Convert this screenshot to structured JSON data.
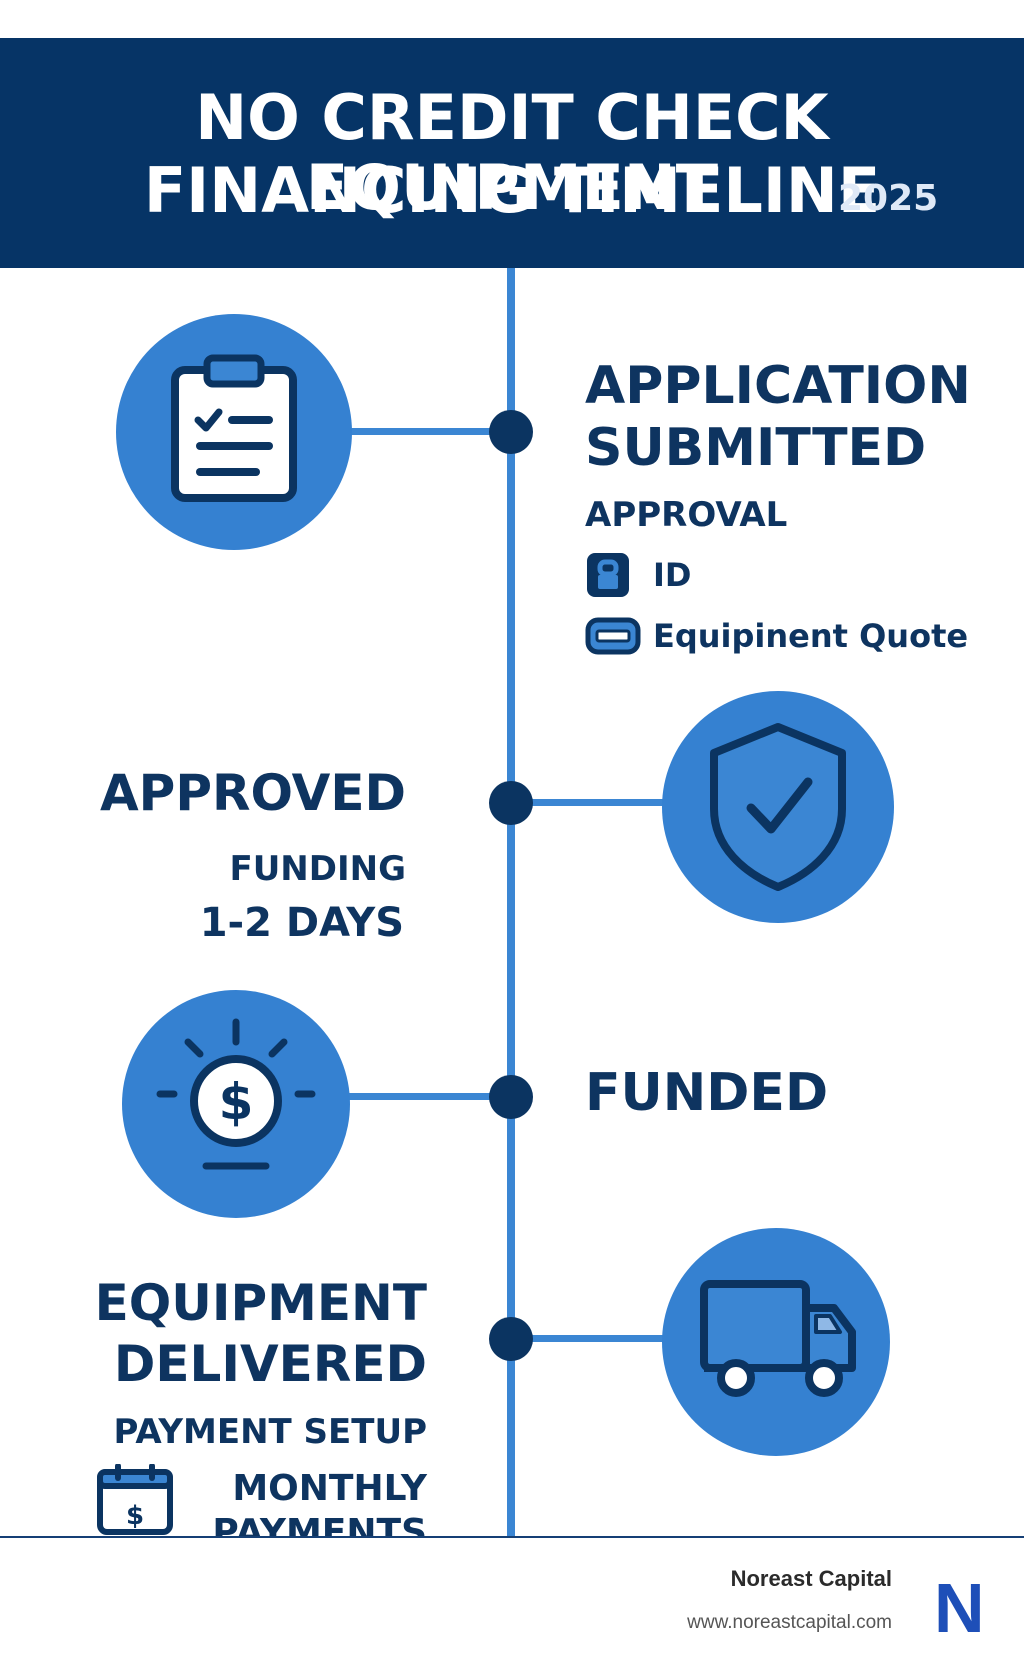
{
  "header": {
    "title_line1": "NO CREDIT CHECK EQUIPMENT",
    "title_line2": "FINANCING TIMELINE",
    "year": "2025"
  },
  "steps": [
    {
      "heading_line1": "APPLICATION",
      "heading_line2": "SUBMITTED",
      "subheading": "APPROVAL",
      "items": [
        {
          "icon": "lock-icon",
          "label": "ID"
        },
        {
          "icon": "card-icon",
          "label": "Equipinent Quote"
        }
      ],
      "icon": "clipboard-icon"
    },
    {
      "heading": "APPROVED",
      "sub_line1": "FUNDING",
      "sub_line2": "1-2 DAYS",
      "icon": "shield-check-icon"
    },
    {
      "heading": "FUNDED",
      "icon": "dollar-coin-icon"
    },
    {
      "heading_line1": "EQUIPMENT",
      "heading_line2": "DELIVERED",
      "subheading": "PAYMENT SETUP",
      "payment_line1": "MONTHLY",
      "payment_line2": "PAYMENTS",
      "payment_icon": "calendar-dollar-icon",
      "icon": "truck-icon"
    }
  ],
  "footer": {
    "brand_name": "Noreast Capital",
    "brand_url": "www.noreastcapital.com",
    "logo_letter": "N"
  },
  "colors": {
    "header_bg": "#063466",
    "accent_blue": "#3581d1",
    "navy": "#0b3461"
  }
}
